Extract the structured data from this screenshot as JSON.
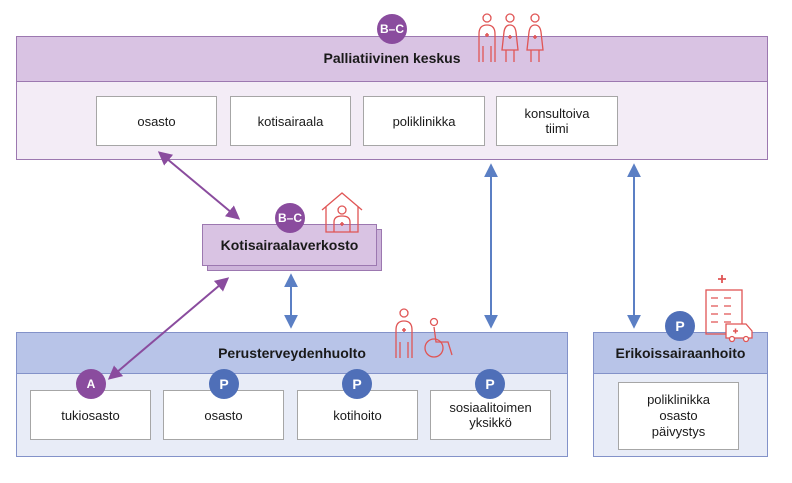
{
  "colors": {
    "purple_badge": "#8a4c9e",
    "blue_badge": "#4f6fb8",
    "purple_arrow": "#8a4c9e",
    "blue_arrow": "#5b7fc4",
    "icon_red": "#e05555"
  },
  "palliative_center": {
    "title": "Palliatiivinen keskus",
    "badge": "B–C",
    "units": [
      "osasto",
      "kotisairaala",
      "poliklinikka",
      "konsultoiva\ntiimi"
    ],
    "icons": [
      "doctor-icon",
      "nurse-icon",
      "nurse-icon"
    ]
  },
  "home_hospital_network": {
    "title": "Kotisairaalaverkosto",
    "badge": "B–C",
    "icon": "home-care-icon"
  },
  "primary_care": {
    "title": "Perusterveydenhuolto",
    "units": [
      {
        "label": "tukiosasto",
        "badge": "A"
      },
      {
        "label": "osasto",
        "badge": "P"
      },
      {
        "label": "kotihoito",
        "badge": "P"
      },
      {
        "label": "sosiaalitoimen\nyksikkö",
        "badge": "P"
      }
    ],
    "icons": [
      "doctor-icon",
      "wheelchair-icon"
    ]
  },
  "specialist_care": {
    "title": "Erikoissairaanhoito",
    "badge": "P",
    "unit": "poliklinikka\nosasto\npäivystys",
    "icons": [
      "hospital-icon",
      "ambulance-icon"
    ]
  }
}
